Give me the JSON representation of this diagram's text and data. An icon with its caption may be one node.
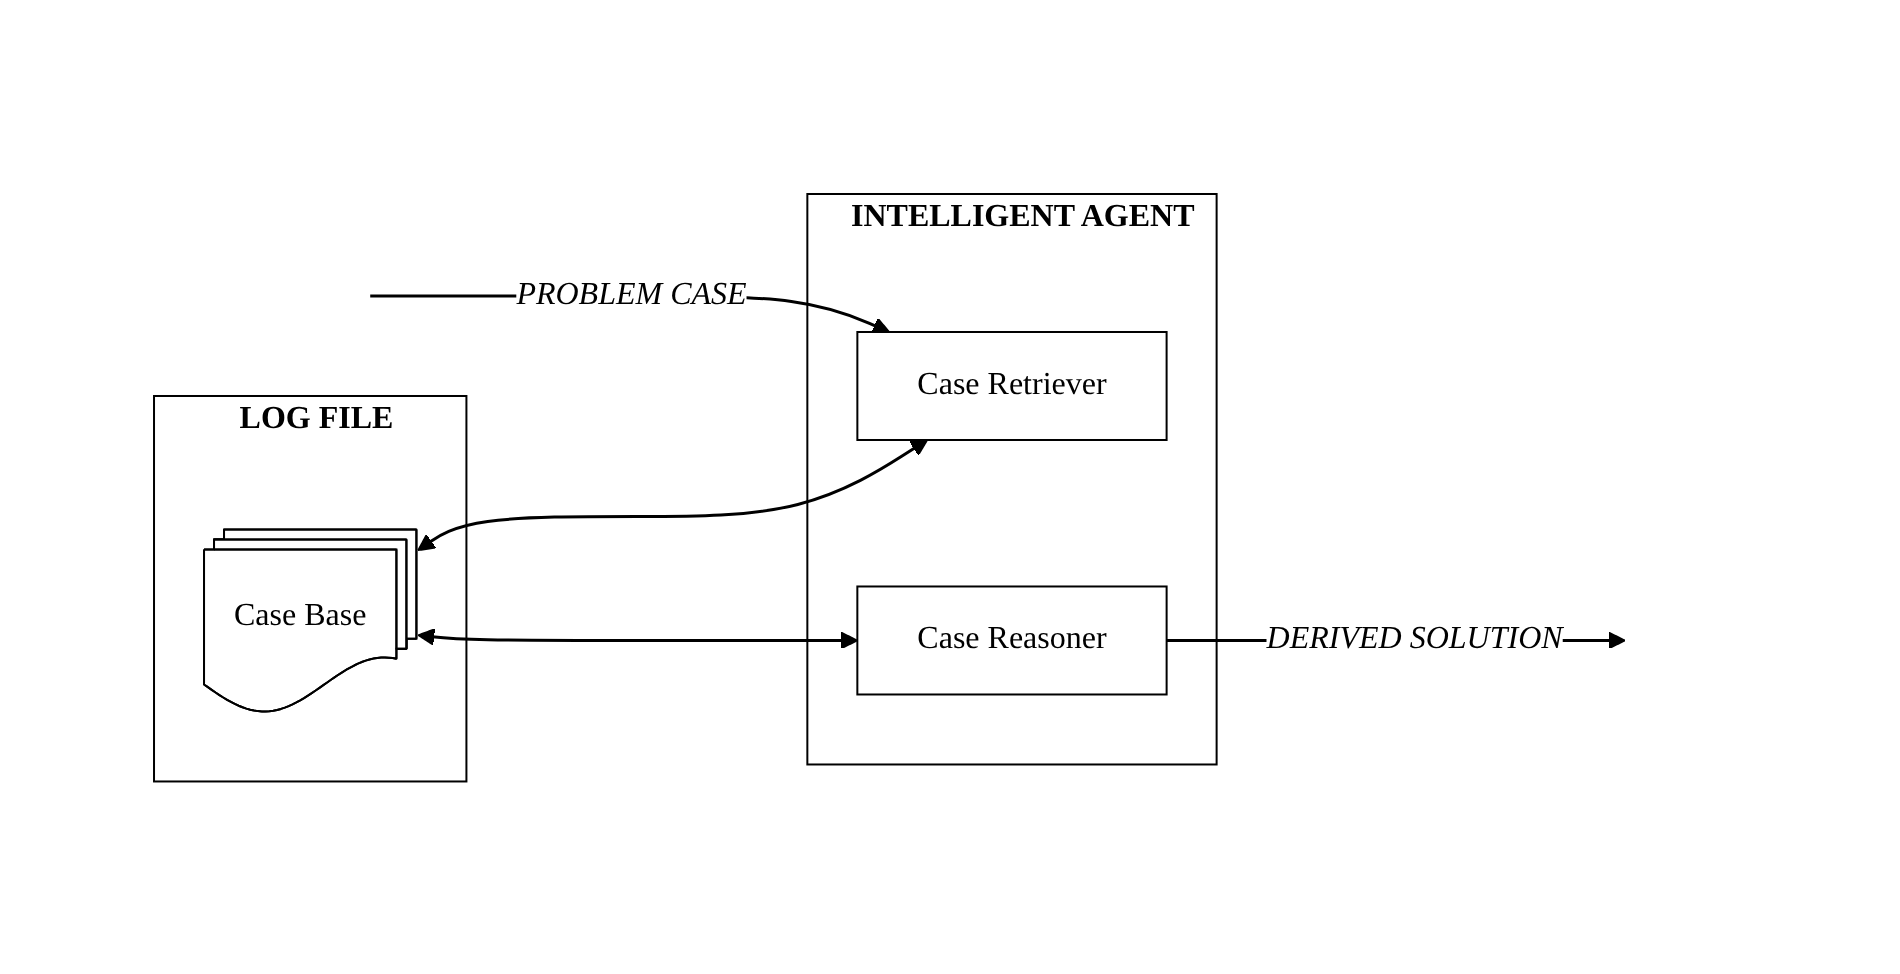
{
  "diagram": {
    "nodes": [
      {
        "text": [
          "LOG FILE"
        ]
      },
      {
        "text": [
          "Case Base"
        ],
        "in": 0
      },
      {
        "text": [
          "INTELLIGENT AGENT"
        ]
      },
      {
        "text": [
          "Case Retriever"
        ],
        "in": 2
      },
      {
        "text": [
          "Case Reasoner"
        ],
        "in": 2
      }
    ],
    "edges": [
      {
        "from": 1,
        "to": 3,
        "arrow": "both"
      },
      {
        "from": 1,
        "to": 4,
        "arrow": "both"
      },
      {
        "from": null,
        "to": 3,
        "arrow": "to",
        "label": "PROBLEM CASE"
      },
      {
        "from": 4,
        "to": null,
        "arrow": "to",
        "label": "DERIVED SOLUTION"
      }
    ]
  }
}
